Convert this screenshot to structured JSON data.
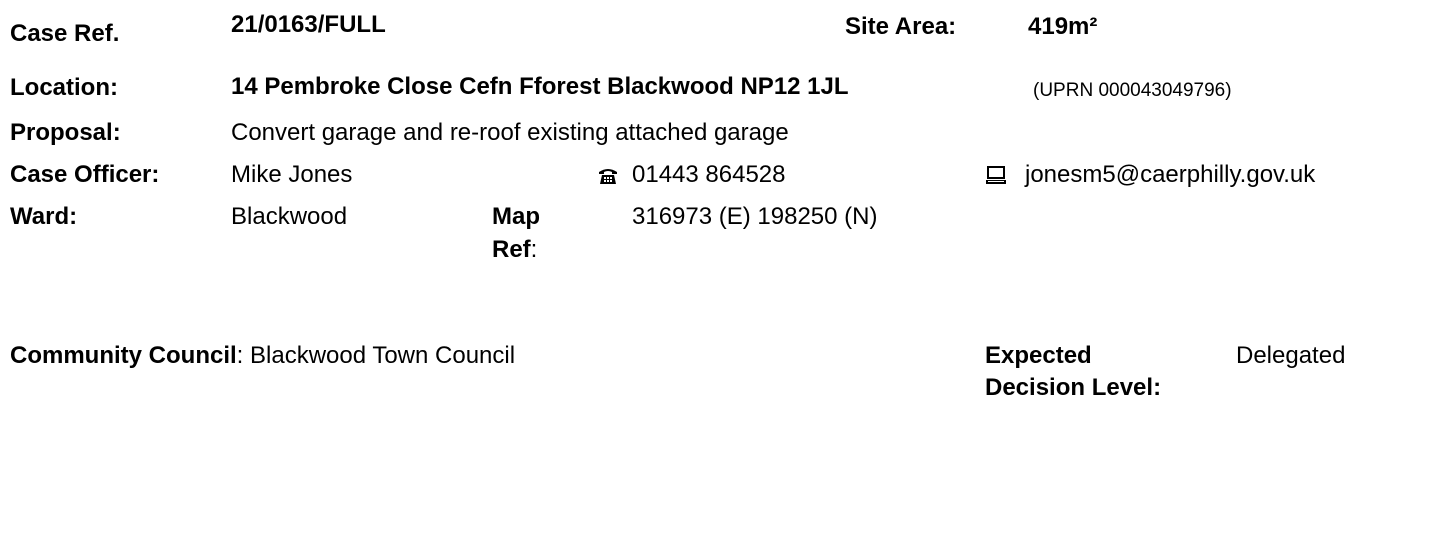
{
  "case": {
    "ref_label": "Case Ref.",
    "ref_value": "21/0163/FULL",
    "site_area_label": "Site Area:",
    "site_area_value": "419m²"
  },
  "location": {
    "label": "Location:",
    "value": "14 Pembroke Close Cefn Fforest Blackwood NP12 1JL",
    "uprn": "(UPRN 000043049796)"
  },
  "proposal": {
    "label": "Proposal:",
    "value": "Convert garage and re-roof existing attached garage"
  },
  "officer": {
    "label": "Case Officer:",
    "name": "Mike Jones",
    "phone_icon": "telephone-icon",
    "phone": "01443 864528",
    "email_icon": "computer-icon",
    "email": "jonesm5@caerphilly.gov.uk"
  },
  "ward": {
    "label": "Ward:",
    "value": "Blackwood",
    "map_ref_label_1": "Map",
    "map_ref_label_2": "Ref",
    "map_ref_colon": ":",
    "map_ref_value": "316973 (E) 198250 (N)"
  },
  "community": {
    "label": "Community Council",
    "colon": ":",
    "value": "Blackwood Town Council"
  },
  "decision": {
    "label_line1": "Expected",
    "label_line2": "Decision Level:",
    "value": "Delegated"
  }
}
